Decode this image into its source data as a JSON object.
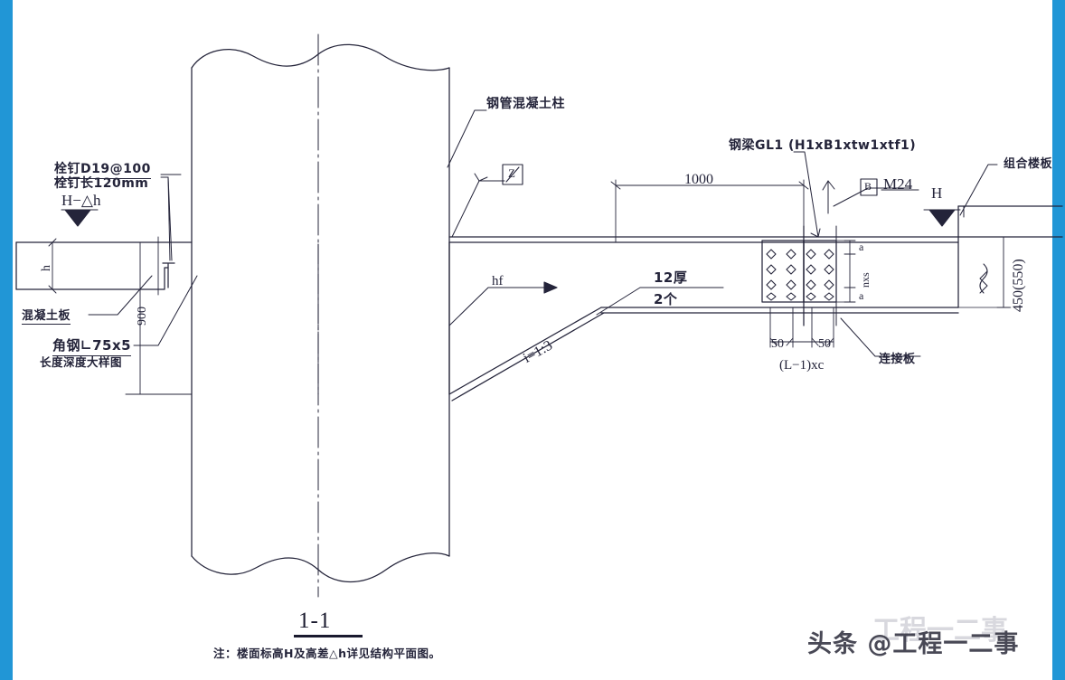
{
  "drawing": {
    "title": "1-1",
    "note": "注：楼面标高H及高差△h详见结构平面图。",
    "watermark": "头条 @工程一二事",
    "watermark_ghost": "工程一二事",
    "accent_color": "#2196d6",
    "line_color": "#24243a"
  },
  "labels": {
    "stud_spec_line1": "栓钉D19@100",
    "stud_spec_line2": "栓钉长120mm",
    "level_mark_left": "H−△h",
    "slab_thickness": "h",
    "concrete_slab": "混凝土板",
    "angle_steel": "角钢∟75x5",
    "angle_steel_note": "长度深度大样图",
    "dim_900": "900",
    "column": "钢管混凝土柱",
    "steel_beam": "钢梁GL1 (H1xB1xtw1xtf1)",
    "composite_deck": "组合楼板",
    "dim_1000": "1000",
    "bolt": "M24",
    "level_mark_right": "H",
    "weld_hf": "hf",
    "weld_plate_top": "12厚",
    "weld_plate_bottom": "2个",
    "haunch_slope": "i=1:3",
    "beam_depth": "450(550)",
    "dim_edge_left": "50",
    "dim_edge_right": "50",
    "bolt_row_dim": "(L−1)xc",
    "connection_plate": "连接板",
    "plate_dim_a_top": "a",
    "plate_dim_nxs": "nxs",
    "plate_dim_a_bottom": "a",
    "weld_symbol_left": "Z",
    "weld_symbol_right": "B"
  }
}
